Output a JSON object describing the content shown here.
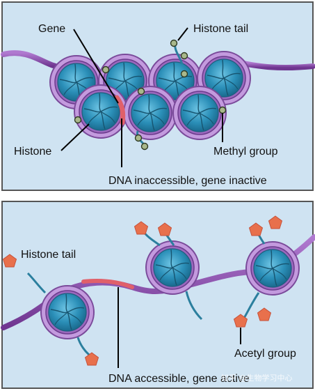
{
  "panel_top": {
    "labels": {
      "gene": "Gene",
      "histone_tail": "Histone tail",
      "histone": "Histone",
      "methyl_group": "Methyl group",
      "caption": "DNA inaccessible, gene inactive"
    }
  },
  "panel_bottom": {
    "labels": {
      "histone_tail": "Histone tail",
      "acetyl_group": "Acetyl group",
      "caption": "DNA accessible, gene active"
    }
  },
  "watermark": "知乎 @生物学习中心",
  "colors": {
    "panel_bg": "#cfe3f2",
    "panel_border": "#555555",
    "dna": "#8a4aa8",
    "dna_highlight": "#e0606a",
    "histone_ring": "#a874c8",
    "histone_core": "#2b8fb8",
    "methyl": "#a9b88c",
    "acetyl": "#e8704c"
  }
}
